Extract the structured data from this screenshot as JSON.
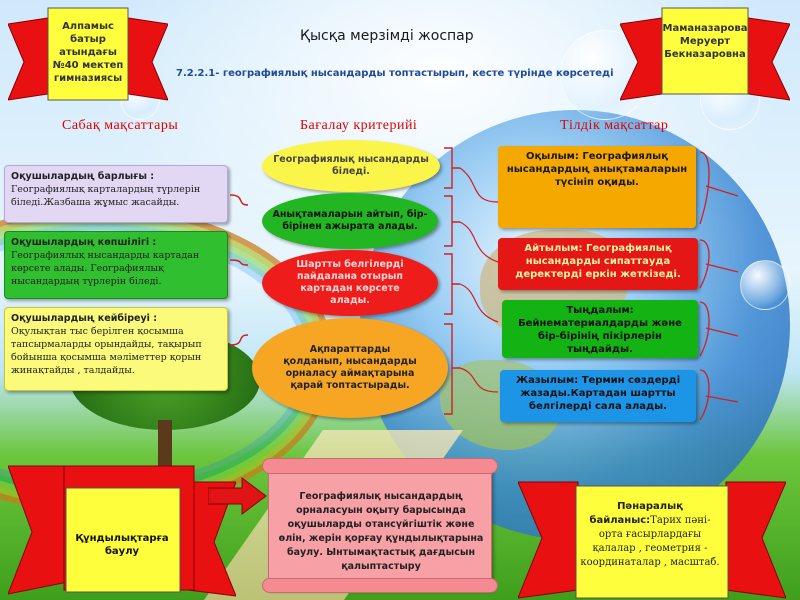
{
  "header": {
    "title": "Қысқа мерзімді жоспар",
    "subtitle": "7.2.2.1- географиялық нысандарды топтастырып, кесте түрінде көрсетеді"
  },
  "banners": {
    "school": "Алпамыс батыр атындағы №40 мектеп гимназиясы",
    "teacher": "Маманазарова Меруерт Бекназаровна"
  },
  "headings": {
    "lesson_goals": "Сабақ мақсаттары",
    "assessment": "Бағалау критерийі",
    "language_goals": "Тілдік мақсаттар"
  },
  "lesson_goals": [
    {
      "lead": "Оқушылардың барлығы :",
      "text": "Географиялық карталардың түрлерін біледі.Жазбаша жұмыс жасайды."
    },
    {
      "lead": "Оқушылардың көпшілігі :",
      "text": "Географиялық нысандарды картадан көрсете алады. Географиялық нысандардың түрлерін біледі."
    },
    {
      "lead": "Оқушылардың кейбіреуі :",
      "text": "Оқулықтан тыс берілген қосымша тапсырмаларды орындайды, тақырып бойынша қосымша мәліметтер қорын жинақтайды , талдайды."
    }
  ],
  "criteria": [
    "Географиялық нысандарды біледі.",
    "Анықтамаларын айтып, бір-бірінен ажырата алады.",
    "Шартты белгілерді пайдалана отырып картадан көрсете алады.",
    "Ақпараттарды қолданып, нысандарды орналасу аймақтарына қарай топтастырады."
  ],
  "language_goals": [
    "Оқылым: Географиялық нысандардың анықтамаларын түсініп оқиды.",
    "Айтылым: Географиялық нысандарды сипаттауда деректерді еркін жеткізеді.",
    "Тыңдалым: Бейнематериалдарды және бір-бірінің пікірлерін тыңдайды.",
    "Жазылым: Термин сөздерді жазады.Картадан шартты белгілерді сала алады."
  ],
  "values": {
    "label": "Құндылықтарға баулу",
    "text": "Географиялық нысандардың орналасуын оқыту барысында оқушыларды отансүйгіштік және өлін, жерін қорғау құндылықтарына баулу. Ынтымақтастық дағдысын қалыптастыру"
  },
  "cross_links": {
    "lead": "Пәнаралық байланыс:",
    "text": "Тарих пәні-орта ғасырлардағы қалалар , геометрия - координаталар , масштаб."
  },
  "colors": {
    "heading_red": "#e00000",
    "banner_yellow": "#fefe3c",
    "banner_red": "#e81010",
    "arrow_red": "#e01414"
  }
}
